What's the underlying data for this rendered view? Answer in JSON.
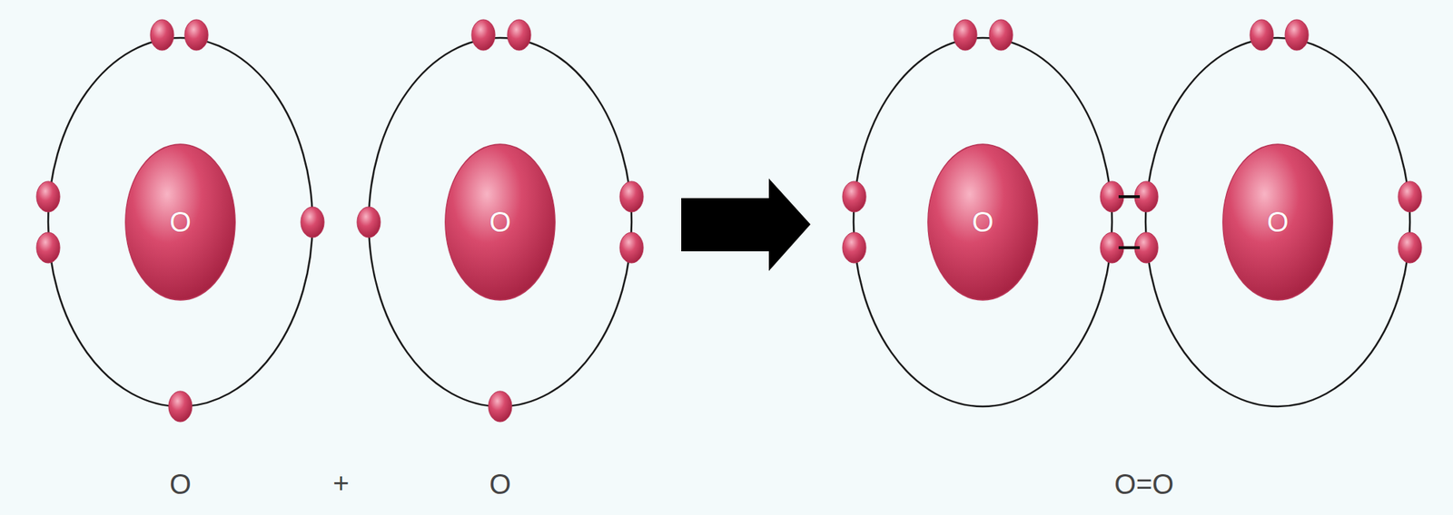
{
  "diagram": {
    "nodes": [
      {
        "text": [
          "O"
        ]
      },
      {
        "text": [
          "O"
        ]
      },
      {
        "text": [
          "O"
        ]
      },
      {
        "text": [
          "O"
        ]
      }
    ],
    "labels": [
      "O",
      "+",
      "O",
      "O=O"
    ]
  }
}
